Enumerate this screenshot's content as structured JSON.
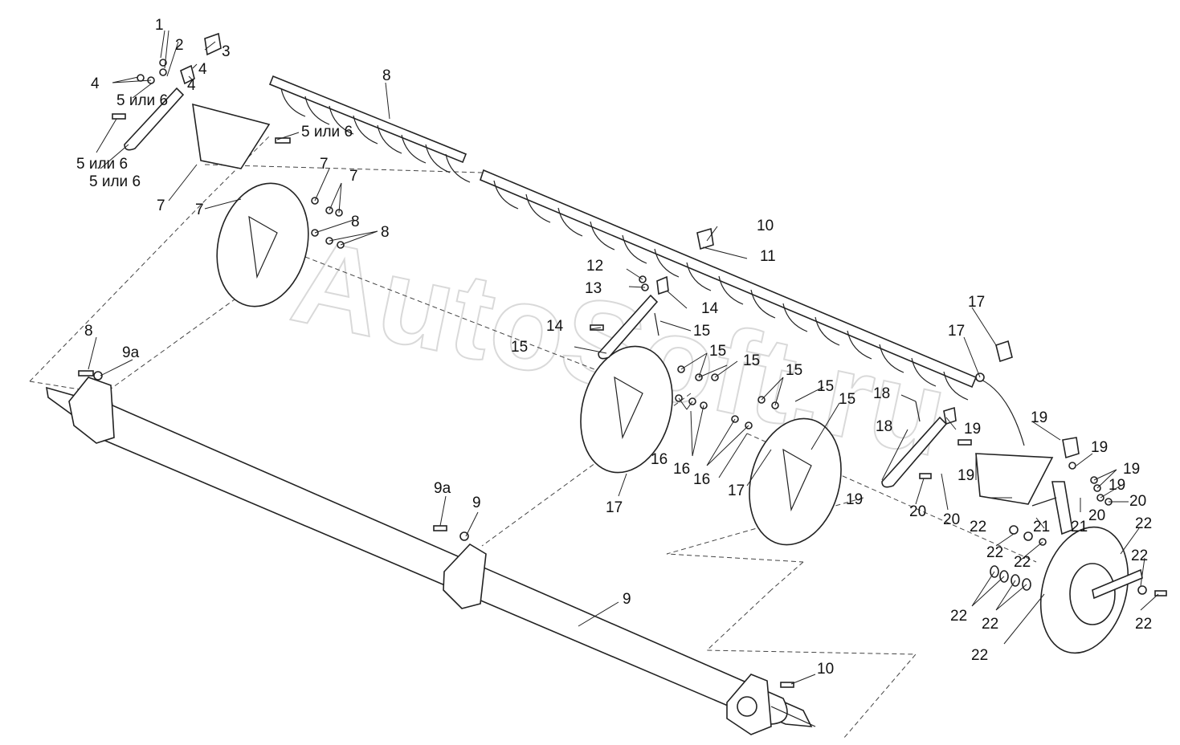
{
  "watermark": "AutoSoft.ru",
  "callouts": [
    {
      "id": "c1",
      "text": "1"
    },
    {
      "id": "c2",
      "text": "2"
    },
    {
      "id": "c3",
      "text": "3"
    },
    {
      "id": "c4a",
      "text": "4"
    },
    {
      "id": "c4b",
      "text": "4"
    },
    {
      "id": "c4c",
      "text": "4"
    },
    {
      "id": "c5a",
      "text": "5 или 6"
    },
    {
      "id": "c5b",
      "text": "5 или 6"
    },
    {
      "id": "c5c",
      "text": "5 или 6"
    },
    {
      "id": "c5d",
      "text": "5 или 6"
    },
    {
      "id": "c7a",
      "text": "7"
    },
    {
      "id": "c7b",
      "text": "7"
    },
    {
      "id": "c7c",
      "text": "7"
    },
    {
      "id": "c7d",
      "text": "7"
    },
    {
      "id": "c8a",
      "text": "8"
    },
    {
      "id": "c8b",
      "text": "8"
    },
    {
      "id": "c8c",
      "text": "8"
    },
    {
      "id": "c8d",
      "text": "8"
    },
    {
      "id": "c9a",
      "text": "9а"
    },
    {
      "id": "c9b",
      "text": "9а"
    },
    {
      "id": "c9c",
      "text": "9"
    },
    {
      "id": "c9d",
      "text": "9"
    },
    {
      "id": "c10a",
      "text": "10"
    },
    {
      "id": "c10b",
      "text": "10"
    },
    {
      "id": "c11",
      "text": "11"
    },
    {
      "id": "c12",
      "text": "12"
    },
    {
      "id": "c13",
      "text": "13"
    },
    {
      "id": "c14a",
      "text": "14"
    },
    {
      "id": "c14b",
      "text": "14"
    },
    {
      "id": "c15a",
      "text": "15"
    },
    {
      "id": "c15b",
      "text": "15"
    },
    {
      "id": "c15c",
      "text": "15"
    },
    {
      "id": "c15d",
      "text": "15"
    },
    {
      "id": "c15e",
      "text": "15"
    },
    {
      "id": "c15f",
      "text": "15"
    },
    {
      "id": "c15g",
      "text": "15"
    },
    {
      "id": "c16a",
      "text": "16"
    },
    {
      "id": "c16b",
      "text": "16"
    },
    {
      "id": "c16c",
      "text": "16"
    },
    {
      "id": "c17a",
      "text": "17"
    },
    {
      "id": "c17b",
      "text": "17"
    },
    {
      "id": "c17c",
      "text": "17"
    },
    {
      "id": "c17d",
      "text": "17"
    },
    {
      "id": "c18a",
      "text": "18"
    },
    {
      "id": "c18b",
      "text": "18"
    },
    {
      "id": "c19a",
      "text": "19"
    },
    {
      "id": "c19b",
      "text": "19"
    },
    {
      "id": "c19c",
      "text": "19"
    },
    {
      "id": "c19d",
      "text": "19"
    },
    {
      "id": "c19e",
      "text": "19"
    },
    {
      "id": "c19f",
      "text": "19"
    },
    {
      "id": "c19g",
      "text": "19"
    },
    {
      "id": "c20a",
      "text": "20"
    },
    {
      "id": "c20b",
      "text": "20"
    },
    {
      "id": "c20c",
      "text": "20"
    },
    {
      "id": "c20d",
      "text": "20"
    },
    {
      "id": "c21a",
      "text": "21"
    },
    {
      "id": "c21b",
      "text": "21"
    },
    {
      "id": "c22a",
      "text": "22"
    },
    {
      "id": "c22b",
      "text": "22"
    },
    {
      "id": "c22c",
      "text": "22"
    },
    {
      "id": "c22d",
      "text": "22"
    },
    {
      "id": "c22e",
      "text": "22"
    },
    {
      "id": "c22f",
      "text": "22"
    },
    {
      "id": "c22g",
      "text": "22"
    },
    {
      "id": "c22h",
      "text": "22"
    },
    {
      "id": "c22i",
      "text": "22"
    }
  ]
}
